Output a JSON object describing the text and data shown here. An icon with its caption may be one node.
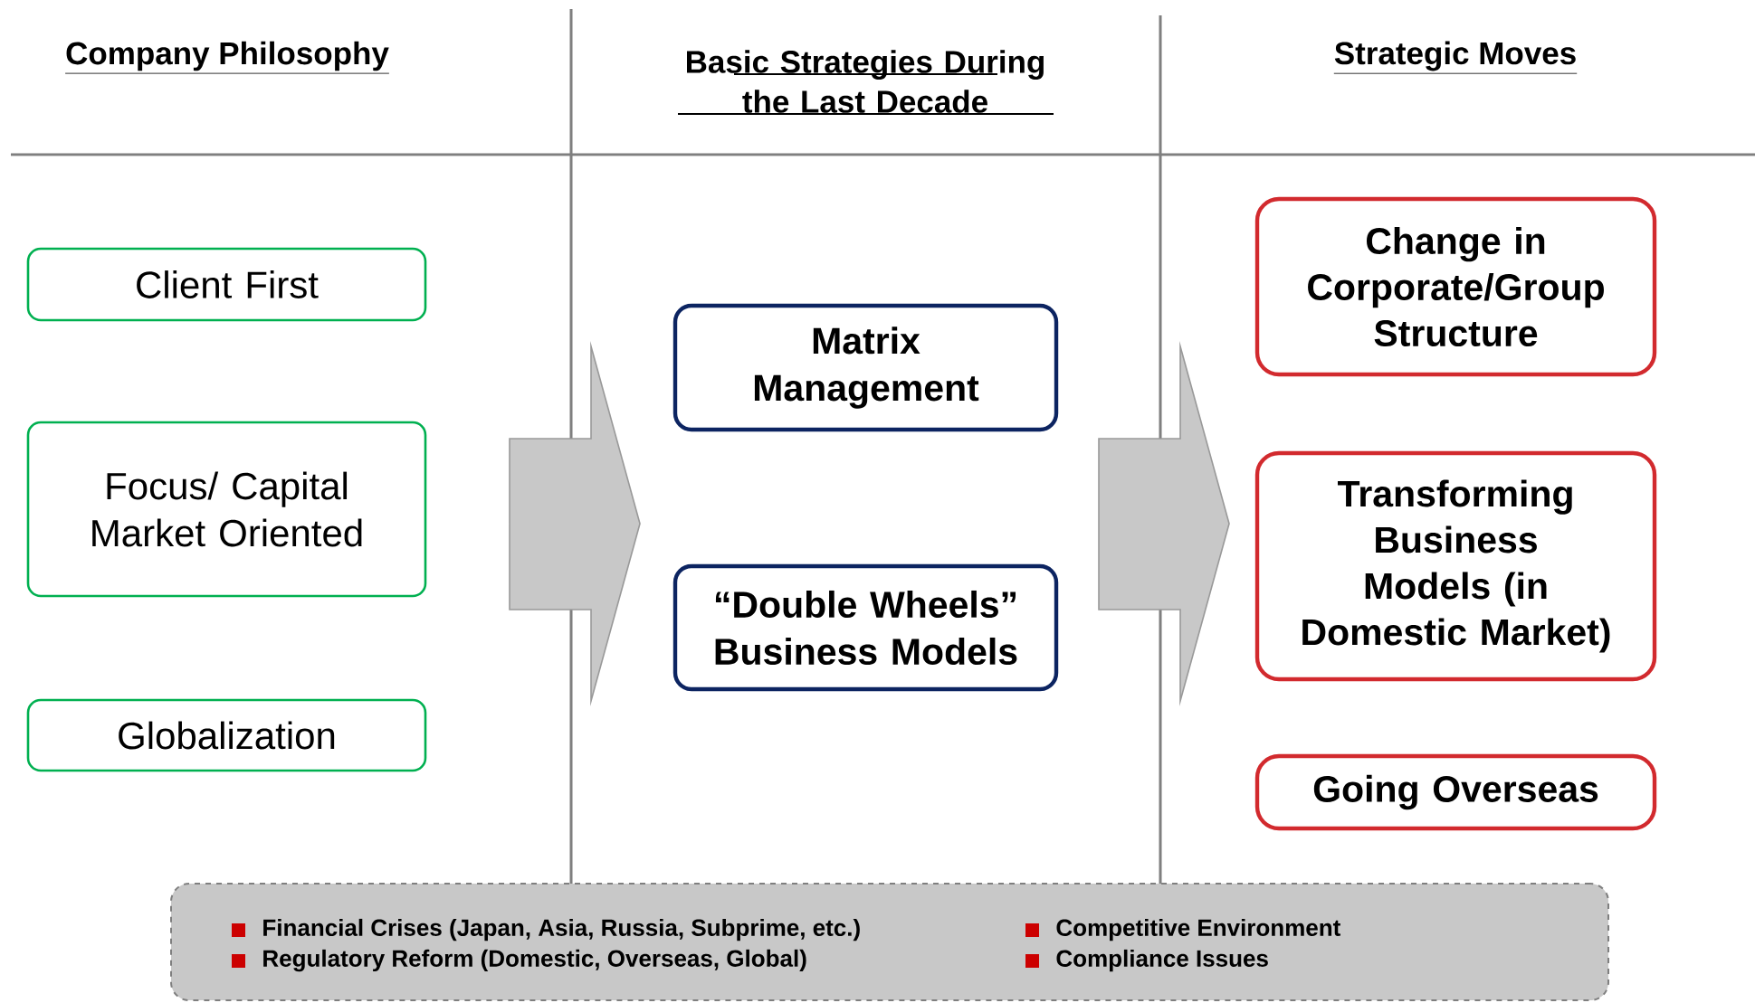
{
  "diagram": {
    "nodes": [
      {
        "text": [
          "Client First"
        ]
      },
      {
        "text": [
          "Focus/ Capital Market Oriented"
        ]
      },
      {
        "text": [
          "Globalization"
        ]
      },
      {
        "text": [
          "Matrix Management"
        ]
      },
      {
        "text": [
          "“Double Wheels” Business Models"
        ]
      },
      {
        "text": [
          "Change in Corporate/Group Structure"
        ]
      },
      {
        "text": [
          "Transforming Business Models (in Domestic Market)"
        ]
      },
      {
        "text": [
          "Going Overseas"
        ]
      },
      {
        "text": [
          "Financial Crises (Japan, Asia, Russia, Subprime, etc.)",
          "Competitive Environment",
          "Regulatory Reform (Domestic, Overseas, Global)",
          "Compliance Issues"
        ]
      }
    ],
    "labels": [
      "Company Philosophy",
      "Basic Strategies During the Last Decade",
      "Strategic Moves"
    ]
  }
}
